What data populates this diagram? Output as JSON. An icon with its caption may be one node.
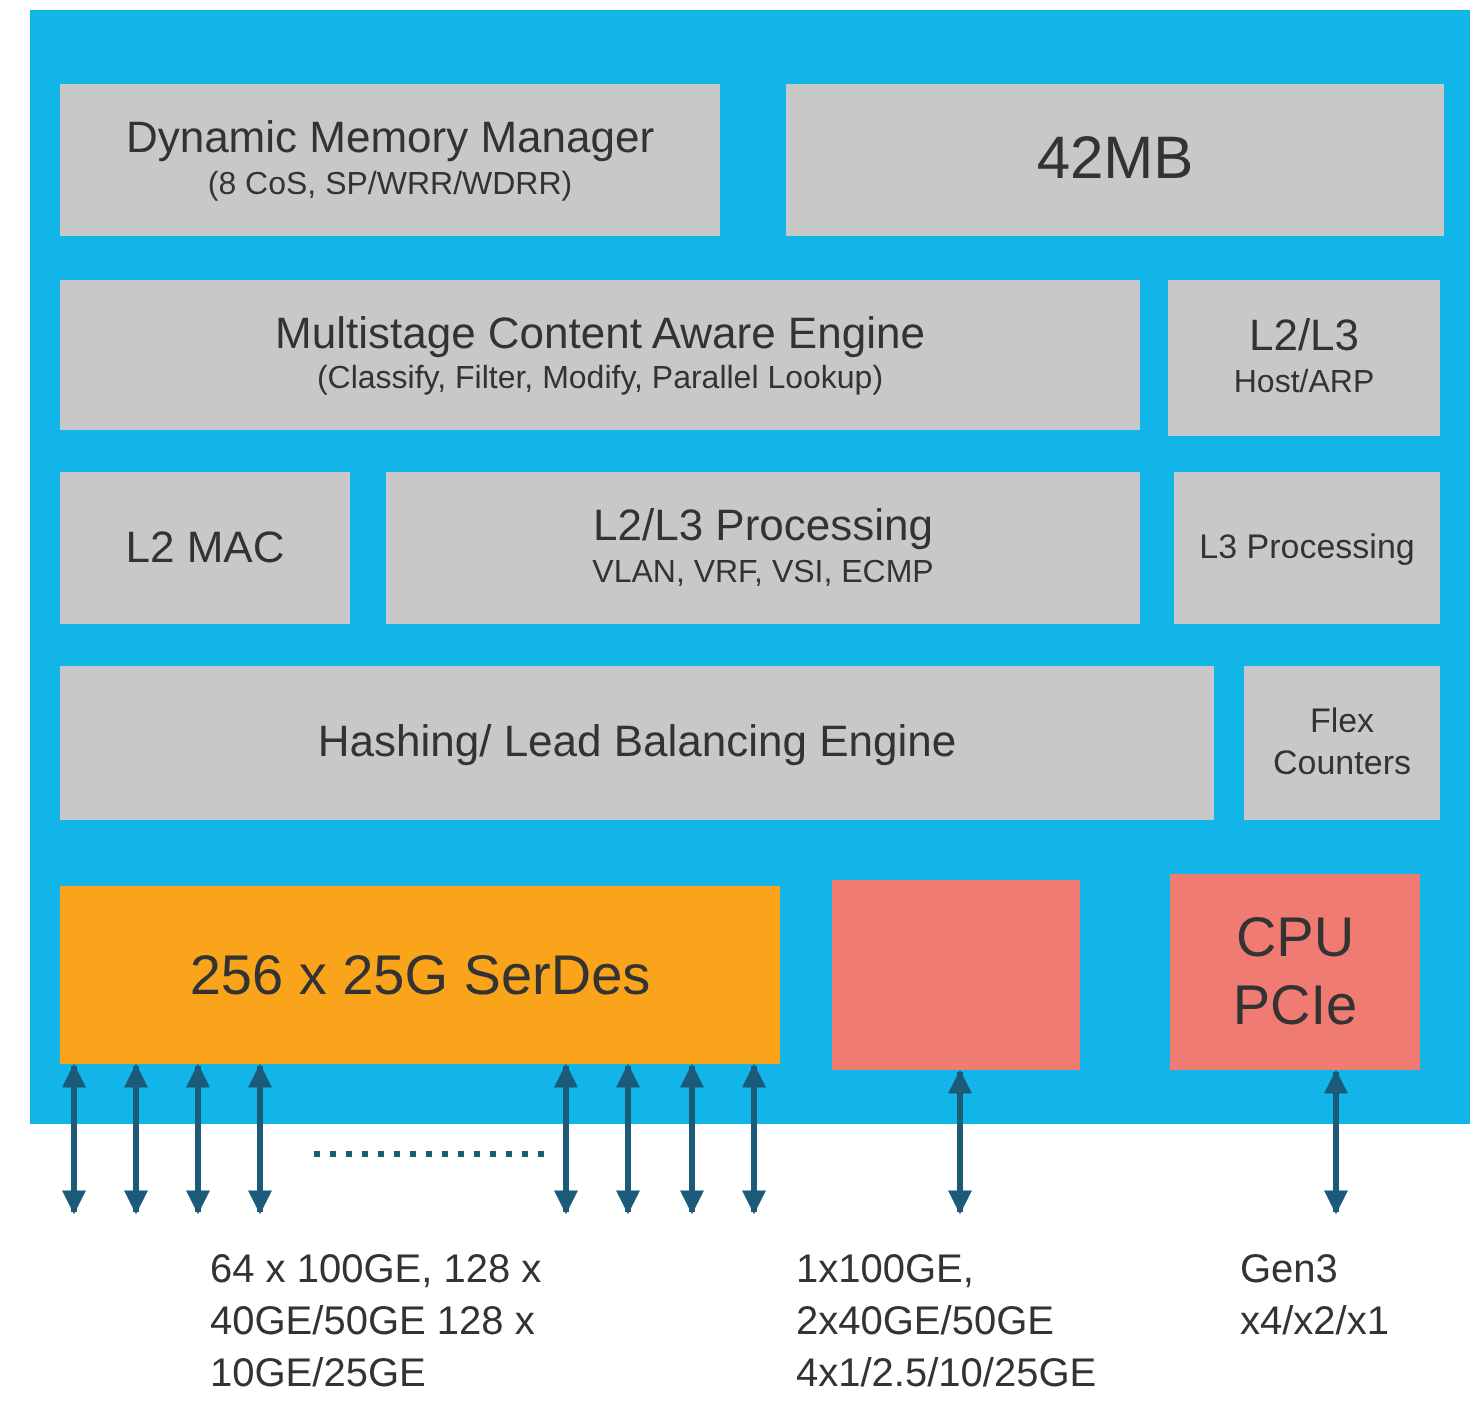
{
  "diagram": {
    "nodes": [
      {
        "text": [],
        "shape": "box"
      },
      {
        "text": [
          "Dynamic Memory Manager",
          "(8 CoS, SP/WRR/WDRR)"
        ],
        "in": 0
      },
      {
        "text": [
          "42MB"
        ],
        "in": 0
      },
      {
        "text": [
          "Multistage Content Aware Engine",
          "(Classify, Filter, Modify, Parallel Lookup)"
        ],
        "in": 0
      },
      {
        "text": [
          "L2/L3",
          "Host/ARP"
        ],
        "in": 0
      },
      {
        "text": [
          "L2 MAC"
        ],
        "in": 0
      },
      {
        "text": [
          "L2/L3 Processing",
          "VLAN, VRF, VSI, ECMP"
        ],
        "in": 0
      },
      {
        "text": [
          "L3 Processing"
        ],
        "in": 0
      },
      {
        "text": [
          "Hashing/ Lead Balancing Engine"
        ],
        "in": 0
      },
      {
        "text": [
          "Flex Counters"
        ],
        "in": 0
      },
      {
        "text": [
          "256 x 25G SerDes"
        ],
        "in": 0
      },
      {
        "text": [],
        "shape": "box",
        "in": 0
      },
      {
        "text": [
          "CPU PCIe"
        ],
        "in": 0
      }
    ],
    "edges": [
      {
        "from": 10,
        "to": null,
        "arrow": "both"
      },
      {
        "from": 10,
        "to": null,
        "arrow": "both"
      },
      {
        "from": 10,
        "to": null,
        "arrow": "both"
      },
      {
        "from": 10,
        "to": null,
        "arrow": "both"
      },
      {
        "from": 10,
        "to": null,
        "arrow": "both"
      },
      {
        "from": 10,
        "to": null,
        "arrow": "both"
      },
      {
        "from": 10,
        "to": null,
        "arrow": "both"
      },
      {
        "from": 10,
        "to": null,
        "arrow": "both"
      },
      {
        "from": 11,
        "to": null,
        "arrow": "both"
      },
      {
        "from": 12,
        "to": null,
        "arrow": "both"
      }
    ],
    "labels": [
      "64 x 100GE, 128 x 40GE/50GE 128 x 10GE/25GE",
      "1x100GE, 2x40GE/50GE 4x1/2.5/10/25GE",
      "Gen3 x4/x2/x1"
    ]
  }
}
